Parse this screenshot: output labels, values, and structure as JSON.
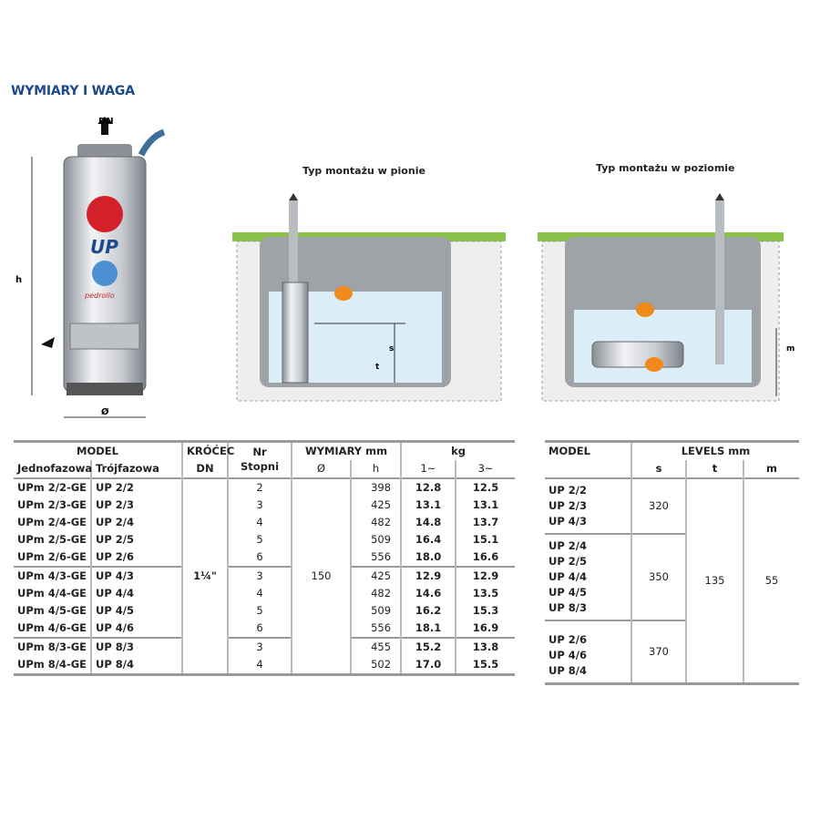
{
  "title": "WYMIARY I WAGA",
  "pump_drawing": {
    "dn_label": "DN",
    "h_label": "h",
    "diameter_label": "Ø",
    "brand_text": "UP",
    "maker_text": "pedrollo"
  },
  "vertical_install": {
    "caption": "Typ montażu w pionie",
    "s_label": "s",
    "t_label": "t"
  },
  "horizontal_install": {
    "caption": "Typ montażu w poziomie",
    "m_label": "m"
  },
  "main_table": {
    "headers": {
      "model": "MODEL",
      "single_phase": "Jednofazowa",
      "three_phase": "Trójfazowa",
      "outlet": "KRÓĆEC",
      "outlet_sub": "DN",
      "stages": "Nr",
      "stages_sub": "Stopni",
      "dimensions": "WYMIARY mm",
      "diameter": "Ø",
      "height": "h",
      "weight": "kg",
      "w1": "1~",
      "w3": "3~"
    },
    "dn_value": "1¼\"",
    "diameter_value": "150",
    "rows": [
      {
        "m1": "UPm 2/2-GE",
        "m3": "UP 2/2",
        "stages": "2",
        "h": "398",
        "kg1": "12.8",
        "kg3": "12.5"
      },
      {
        "m1": "UPm 2/3-GE",
        "m3": "UP 2/3",
        "stages": "3",
        "h": "425",
        "kg1": "13.1",
        "kg3": "13.1"
      },
      {
        "m1": "UPm 2/4-GE",
        "m3": "UP 2/4",
        "stages": "4",
        "h": "482",
        "kg1": "14.8",
        "kg3": "13.7"
      },
      {
        "m1": "UPm 2/5-GE",
        "m3": "UP 2/5",
        "stages": "5",
        "h": "509",
        "kg1": "16.4",
        "kg3": "15.1"
      },
      {
        "m1": "UPm 2/6-GE",
        "m3": "UP 2/6",
        "stages": "6",
        "h": "556",
        "kg1": "18.0",
        "kg3": "16.6"
      },
      {
        "m1": "UPm 4/3-GE",
        "m3": "UP 4/3",
        "stages": "3",
        "h": "425",
        "kg1": "12.9",
        "kg3": "12.9"
      },
      {
        "m1": "UPm 4/4-GE",
        "m3": "UP 4/4",
        "stages": "4",
        "h": "482",
        "kg1": "14.6",
        "kg3": "13.5"
      },
      {
        "m1": "UPm 4/5-GE",
        "m3": "UP 4/5",
        "stages": "5",
        "h": "509",
        "kg1": "16.2",
        "kg3": "15.3"
      },
      {
        "m1": "UPm 4/6-GE",
        "m3": "UP 4/6",
        "stages": "6",
        "h": "556",
        "kg1": "18.1",
        "kg3": "16.9"
      },
      {
        "m1": "UPm 8/3-GE",
        "m3": "UP 8/3",
        "stages": "3",
        "h": "455",
        "kg1": "15.2",
        "kg3": "13.8"
      },
      {
        "m1": "UPm 8/4-GE",
        "m3": "UP 8/4",
        "stages": "4",
        "h": "502",
        "kg1": "17.0",
        "kg3": "15.5"
      }
    ]
  },
  "levels_table": {
    "headers": {
      "model": "MODEL",
      "levels": "LEVELS mm",
      "s": "s",
      "t": "t",
      "m": "m"
    },
    "t_value": "135",
    "m_value": "55",
    "groups": [
      {
        "models": [
          "UP 2/2",
          "UP 2/3",
          "UP 4/3"
        ],
        "s": "320"
      },
      {
        "models": [
          "UP 2/4",
          "UP 2/5",
          "UP 4/4",
          "UP 4/5",
          "UP 8/3"
        ],
        "s": "350"
      },
      {
        "models": [
          "UP 2/6",
          "UP 4/6",
          "UP 8/4"
        ],
        "s": "370"
      }
    ]
  }
}
